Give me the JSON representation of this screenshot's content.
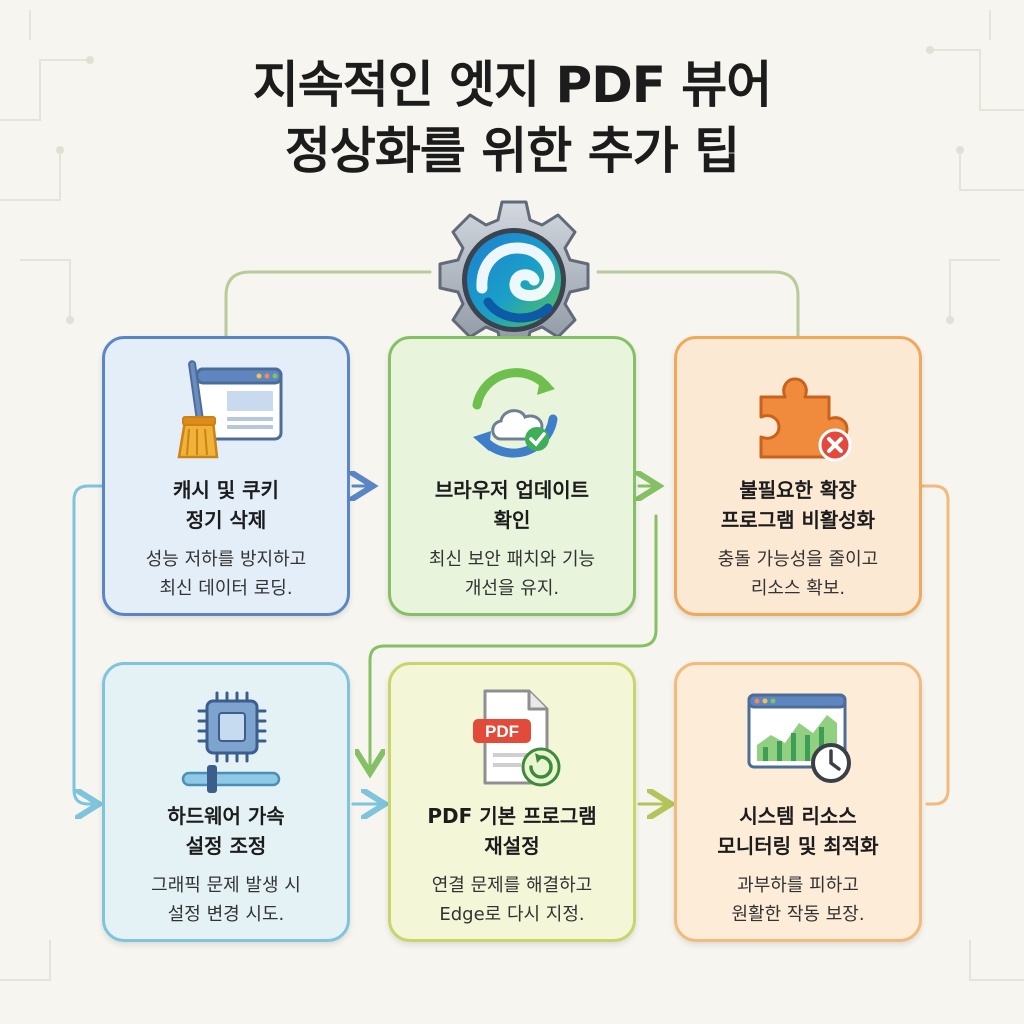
{
  "title": {
    "line1": "지속적인 엣지 PDF 뷰어",
    "line2": "정상화를 위한 추가 팁"
  },
  "hub_icon": "edge-gear-icon",
  "tips": [
    {
      "title_line1": "캐시 및 쿠키",
      "title_line2": "정기 삭제",
      "desc_line1": "성능 저하를 방지하고",
      "desc_line2": "최신 데이터 로딩.",
      "icon": "broom-browser-icon",
      "color": "#5a86c5"
    },
    {
      "title_line1": "브라우저 업데이트",
      "title_line2": "확인",
      "desc_line1": "최신 보안 패치와 기능",
      "desc_line2": "개선을 유지.",
      "icon": "cloud-sync-icon",
      "color": "#86c065"
    },
    {
      "title_line1": "불필요한 확장",
      "title_line2": "프로그램 비활성화",
      "desc_line1": "충돌 가능성을 줄이고",
      "desc_line2": "리소스 확보.",
      "icon": "puzzle-disable-icon",
      "color": "#f0a85a"
    },
    {
      "title_line1": "하드웨어 가속",
      "title_line2": "설정 조정",
      "desc_line1": "그래픽 문제 발생 시",
      "desc_line2": "설정 변경 시도.",
      "icon": "chip-slider-icon",
      "color": "#7ec4dc"
    },
    {
      "title_line1": "PDF 기본 프로그램",
      "title_line2": "재설정",
      "desc_line1": "연결 문제를 해결하고",
      "desc_line2": "Edge로 다시 지정.",
      "icon": "pdf-reset-icon",
      "pdf_badge": "PDF",
      "color": "#c9d46b"
    },
    {
      "title_line1": "시스템 리소스",
      "title_line2": "모니터링 및 최적화",
      "desc_line1": "과부하를 피하고",
      "desc_line2": "원활한 작동 보장.",
      "icon": "monitor-chart-icon",
      "color": "#f2ba7c"
    }
  ]
}
